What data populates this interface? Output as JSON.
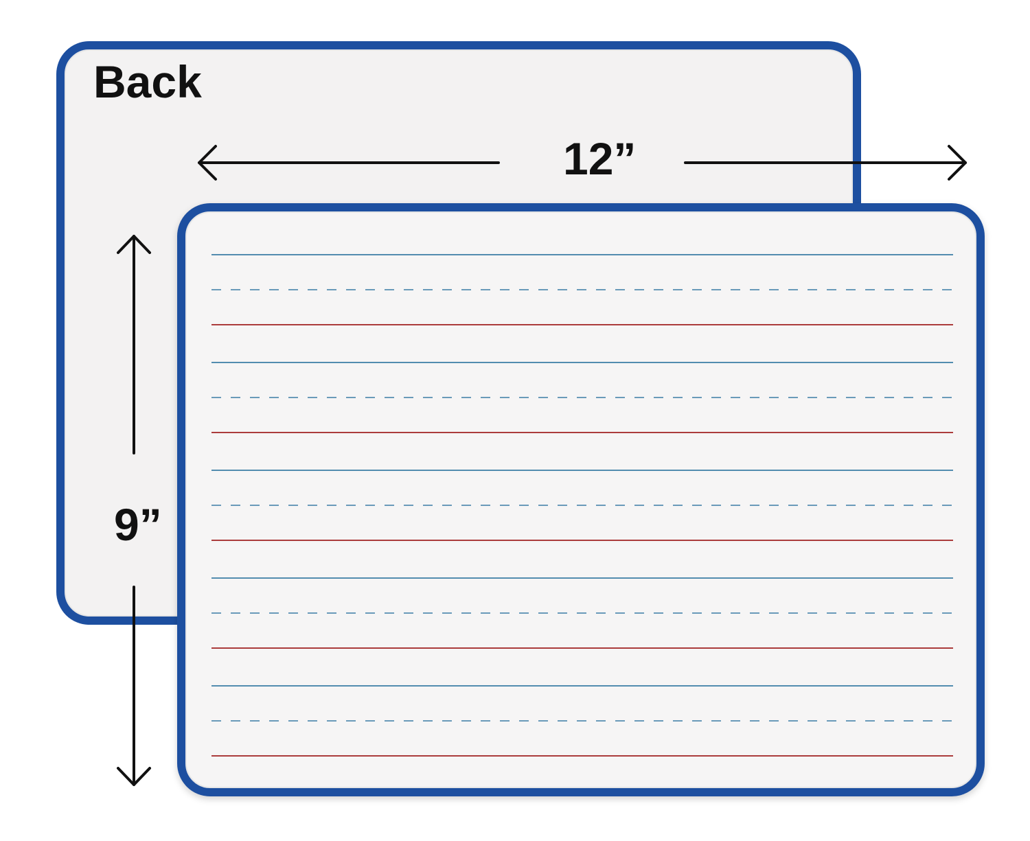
{
  "back_board": {
    "label": "Back"
  },
  "dimensions": {
    "width_label": "12”",
    "height_label": "9”"
  },
  "colors": {
    "frame": "#1d4fa0",
    "surface": "#f6f5f5",
    "top_line": "#3a7ca5",
    "mid_line": "#3a7ca5",
    "base_line": "#a02020",
    "arrow": "#111111"
  },
  "ruling": {
    "line_sets": 5,
    "pattern": [
      "solid-blue",
      "dashed-blue",
      "solid-red"
    ]
  }
}
